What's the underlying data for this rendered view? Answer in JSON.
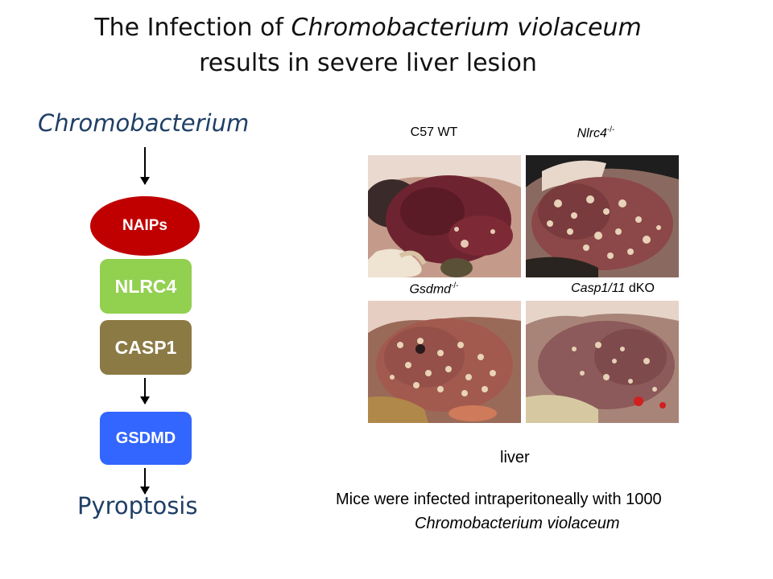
{
  "title": {
    "line1_prefix": "The Infection of ",
    "line1_italic": "Chromobacterium violaceum",
    "line2": "results in severe liver lesion"
  },
  "pathway": {
    "top_label": "Chromobacterium",
    "nodes": [
      {
        "label": "NAIPs",
        "color": "#c00000"
      },
      {
        "label": "NLRC4",
        "color": "#92d050"
      },
      {
        "label": "CASP1",
        "color": "#8c7a45"
      },
      {
        "label": "GSDMD",
        "color": "#3366ff"
      }
    ],
    "bottom_label": "Pyroptosis"
  },
  "panels": [
    {
      "label": "C57  WT",
      "image": "liver-photo-c57-wt"
    },
    {
      "label_italic": "Nlrc4",
      "label_sup": "-/-",
      "image": "liver-photo-nlrc4-ko"
    },
    {
      "label_italic": "Gsdmd",
      "label_sup": "-/-",
      "image": "liver-photo-gsdmd-ko"
    },
    {
      "label_italic": "Casp1/11",
      "label_rest": " dKO",
      "image": "liver-photo-casp1-11-dko"
    }
  ],
  "organ_label": "liver",
  "footnote": {
    "line1": "Mice were  infected intraperitoneally  with  1000",
    "line2": "Chromobacterium violaceum"
  }
}
